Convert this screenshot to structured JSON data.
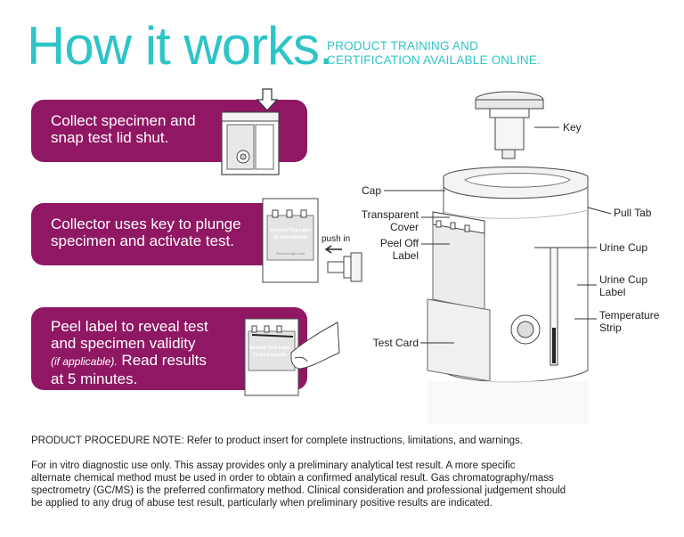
{
  "header": {
    "title": "How it works.",
    "subtitle_line1": "PRODUCT TRAINING AND",
    "subtitle_line2": "CERTIFICATION AVAILABLE ONLINE."
  },
  "steps": [
    {
      "lines": [
        "Collect specimen and",
        "snap test lid shut."
      ]
    },
    {
      "lines": [
        "Collector uses key to plunge",
        "specimen and activate test."
      ]
    },
    {
      "line1": "Peel label to reveal test",
      "line2": "and specimen validity",
      "note": "(if applicable).",
      "line3_rest": " Read results",
      "line4": "at 5 minutes."
    }
  ],
  "illustrations": {
    "push_in": "push in",
    "label_line1": "Remove This Label",
    "label_line2": "To View Results",
    "label_small": "Peel from right to left"
  },
  "callouts": {
    "key": "Key",
    "cap": "Cap",
    "transparent_cover_1": "Transparent",
    "transparent_cover_2": "Cover",
    "peel_off_label_1": "Peel Off",
    "peel_off_label_2": "Label",
    "pull_tab": "Pull Tab",
    "urine_cup": "Urine Cup",
    "urine_cup_label_1": "Urine Cup",
    "urine_cup_label_2": "Label",
    "temperature_strip_1": "Temperature",
    "temperature_strip_2": "Strip",
    "test_card": "Test Card"
  },
  "footer": {
    "procedure_note": "PRODUCT PROCEDURE NOTE: Refer to product insert for complete instructions, limitations, and warnings.",
    "disclaimer_lines": [
      "For in vitro diagnostic use only. This assay provides only a preliminary analytical test result. A more specific",
      "alternate chemical method must be used in order to obtain a confirmed analytical result. Gas chromatography/mass",
      "spectrometry (GC/MS) is the preferred confirmatory method. Clinical consideration and professional judgement should",
      "be applied to any drug of abuse test result, particularly when preliminary positive results are indicated."
    ]
  },
  "colors": {
    "title_teal": "#2ec4c8",
    "step_magenta": "#8f1763"
  }
}
